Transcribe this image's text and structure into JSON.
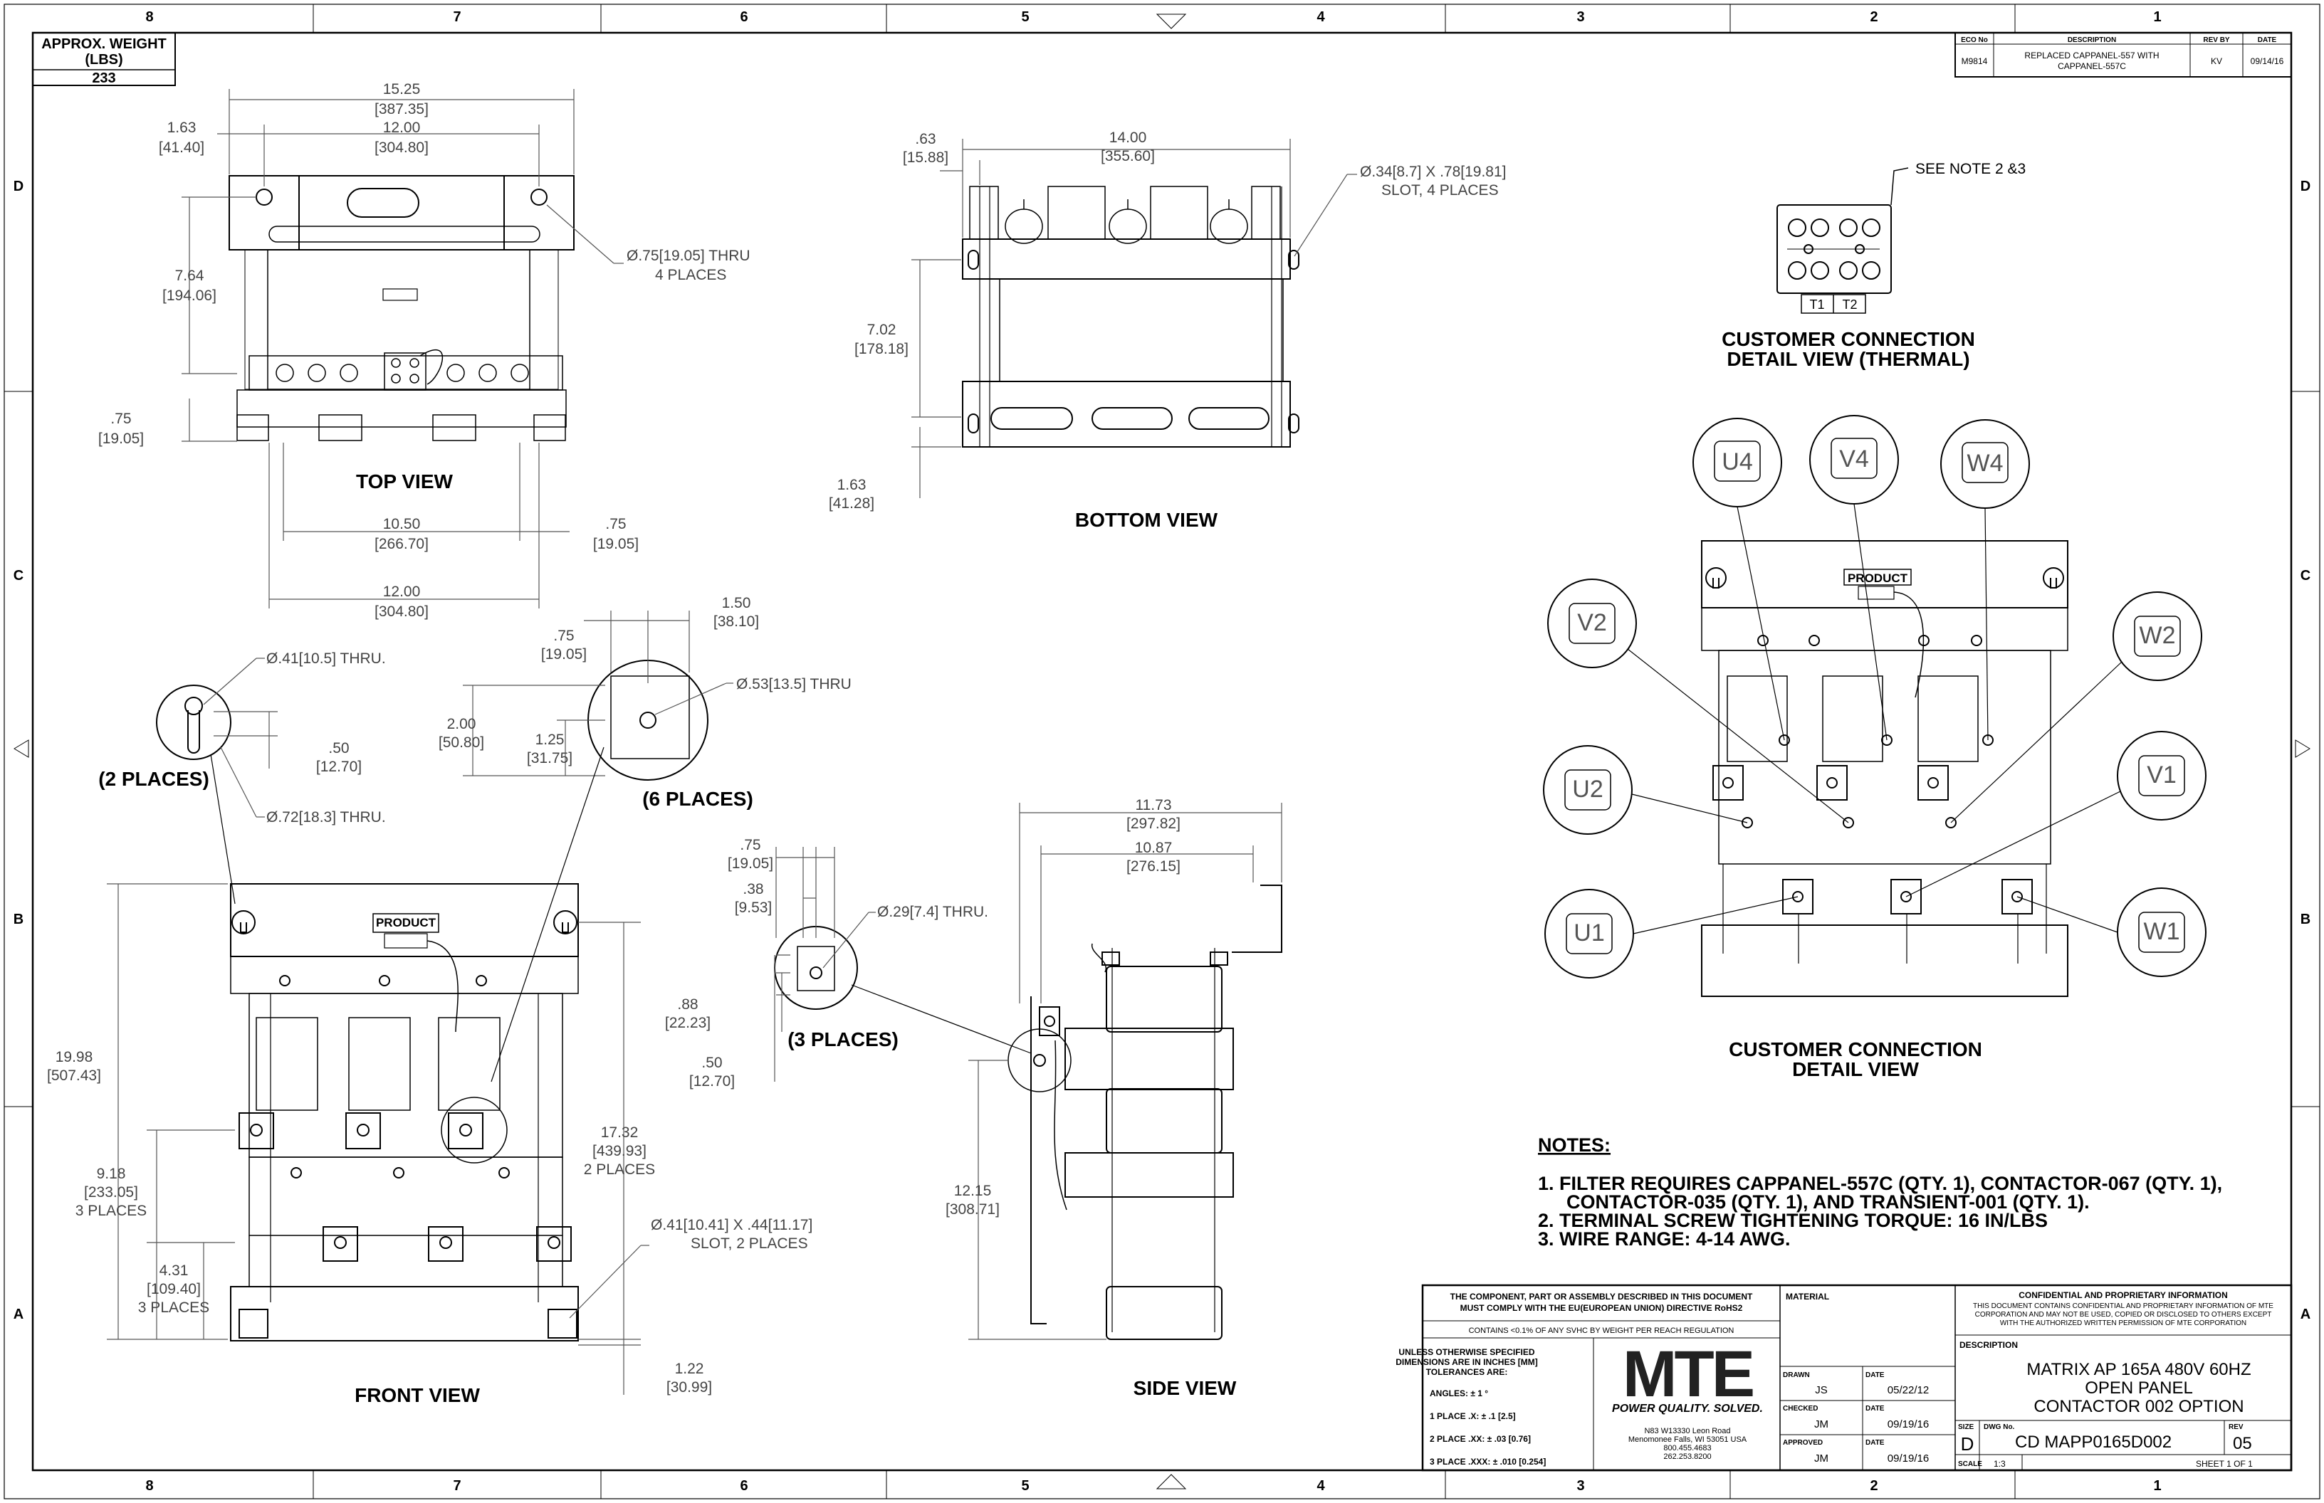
{
  "border": {
    "zones_top": [
      "8",
      "7",
      "6",
      "5",
      "4",
      "3",
      "2",
      "1"
    ],
    "zones_side": [
      "D",
      "C",
      "B",
      "A"
    ]
  },
  "weight": {
    "header": "APPROX. WEIGHT",
    "unit": "(LBS)",
    "value": "233"
  },
  "revision": {
    "headers": [
      "ECO No",
      "DESCRIPTION",
      "REV BY",
      "DATE"
    ],
    "row": {
      "eco": "M9814",
      "desc1": "REPLACED CAPPANEL-557 WITH",
      "desc2": "CAPPANEL-557C",
      "by": "KV",
      "date": "09/14/16"
    }
  },
  "views": {
    "top": "TOP VIEW",
    "bottom": "BOTTOM VIEW",
    "front": "FRONT VIEW",
    "side": "SIDE VIEW",
    "thermal1": "CUSTOMER CONNECTION",
    "thermal2": "DETAIL VIEW (THERMAL)",
    "detail1": "CUSTOMER CONNECTION",
    "detail2": "DETAIL VIEW"
  },
  "callouts": {
    "two_places": "(2 PLACES)",
    "six_places": "(6 PLACES)",
    "three_places": "(3 PLACES)",
    "see_note": "SEE NOTE 2 &3",
    "t1": "T1",
    "t2": "T2",
    "product": "PRODUCT"
  },
  "terminals": {
    "u4": "U4",
    "v4": "V4",
    "w4": "W4",
    "v2": "V2",
    "w2": "W2",
    "u2": "U2",
    "v1": "V1",
    "u1": "U1",
    "w1": "W1"
  },
  "dims": {
    "top_overall": "15.25",
    "top_overall_mm": "[387.35]",
    "top_holes": "12.00",
    "top_holes_mm": "[304.80]",
    "top_left": "1.63",
    "top_left_mm": "[41.40]",
    "top_depth": "7.64",
    "top_depth_mm": "[194.06]",
    "top_hole_dia": "Ø.75[19.05] THRU",
    "top_hole_qty": "4 PLACES",
    "top_edge": ".75",
    "top_edge_mm": "[19.05]",
    "top_inner": "10.50",
    "top_inner_mm": "[266.70]",
    "top_right": ".75",
    "top_right_mm": "[19.05]",
    "top_base": "12.00",
    "top_base_mm": "[304.80]",
    "bot_edge": ".63",
    "bot_edge_mm": "[15.88]",
    "bot_width": "14.00",
    "bot_width_mm": "[355.60]",
    "bot_slot": "Ø.34[8.7] X .78[19.81]",
    "bot_slot_qty": "SLOT, 4 PLACES",
    "bot_depth": "7.02",
    "bot_depth_mm": "[178.18]",
    "bot_low": "1.63",
    "bot_low_mm": "[41.28]",
    "d1_hole": "Ø.41[10.5] THRU.",
    "d1_pitch": ".50",
    "d1_pitch_mm": "[12.70]",
    "d1_big": "Ø.72[18.3] THRU.",
    "d2_a": ".75",
    "d2_a_mm": "[19.05]",
    "d2_b": "1.50",
    "d2_b_mm": "[38.10]",
    "d2_hole": "Ø.53[13.5] THRU",
    "d2_c": "2.00",
    "d2_c_mm": "[50.80]",
    "d2_d": "1.25",
    "d2_d_mm": "[31.75]",
    "d3_a": ".75",
    "d3_a_mm": "[19.05]",
    "d3_b": ".38",
    "d3_b_mm": "[9.53]",
    "d3_hole": "Ø.29[7.4] THRU.",
    "d3_c": ".88",
    "d3_c_mm": "[22.23]",
    "d3_d": ".50",
    "d3_d_mm": "[12.70]",
    "fr_height": "19.98",
    "fr_height_mm": "[507.43]",
    "fr_mid": "9.18",
    "fr_mid_mm": "[233.05]",
    "fr_mid_qty": "3 PLACES",
    "fr_low": "4.31",
    "fr_low_mm": "[109.40]",
    "fr_low_qty": "3 PLACES",
    "fr_right": "17.32",
    "fr_right_mm": "[439.93]",
    "fr_right_qty": "2 PLACES",
    "fr_slot": "Ø.41[10.41] X .44[11.17]",
    "fr_slot_qty": "SLOT, 2 PLACES",
    "fr_base": "1.22",
    "fr_base_mm": "[30.99]",
    "sd_overall": "11.73",
    "sd_overall_mm": "[297.82]",
    "sd_inner": "10.87",
    "sd_inner_mm": "[276.15]",
    "sd_height": "12.15",
    "sd_height_mm": "[308.71]"
  },
  "notes": {
    "title": "NOTES:",
    "n1a": "1.  FILTER REQUIRES CAPPANEL-557C (QTY. 1), CONTACTOR-067 (QTY. 1),",
    "n1b": "CONTACTOR-035 (QTY. 1), AND TRANSIENT-001 (QTY. 1).",
    "n2": "2.  TERMINAL SCREW TIGHTENING TORQUE: 16 IN/LBS",
    "n3": "3.  WIRE RANGE: 4-14 AWG."
  },
  "titleblock": {
    "rohs1": "THE COMPONENT, PART OR ASSEMBLY DESCRIBED IN THIS DOCUMENT",
    "rohs2": "MUST COMPLY WITH THE EU(EUROPEAN UNION) DIRECTIVE RoHS2",
    "svhc": "CONTAINS <0.1% OF ANY SVHC BY WEIGHT PER REACH REGULATION",
    "tol1": "UNLESS OTHERWISE SPECIFIED",
    "tol2": "DIMENSIONS ARE IN INCHES [MM]",
    "tol3": "TOLERANCES ARE:",
    "ang": "ANGLES: ± 1 °",
    "p1": "1 PLACE .X: ± .1 [2.5]",
    "p2": "2 PLACE .XX: ± .03 [0.76]",
    "p3": "3 PLACE .XXX: ± .010 [0.254]",
    "logo": "MTE",
    "tagline": "POWER QUALITY. SOLVED.",
    "addr1": "N83 W13330 Leon Road",
    "addr2": "Menomonee Falls, WI 53051 USA",
    "addr3": "800.455.4683",
    "addr4": "262.253.8200",
    "material": "MATERIAL",
    "conf1": "CONFIDENTIAL AND PROPRIETARY INFORMATION",
    "conf2": "THIS DOCUMENT CONTAINS CONFIDENTIAL AND PROPRIETARY INFORMATION OF MTE",
    "conf3": "CORPORATION AND MAY NOT BE USED, COPIED OR DISCLOSED TO OTHERS EXCEPT",
    "conf4": "WITH THE AUTHORIZED WRITTEN PERMISSION OF MTE CORPORATION",
    "desc_label": "DESCRIPTION",
    "desc1": "MATRIX AP 165A 480V 60HZ",
    "desc2": "OPEN PANEL",
    "desc3": "CONTACTOR 002 OPTION",
    "drawn_label": "DRAWN",
    "drawn": "JS",
    "date_label": "DATE",
    "drawn_date": "05/22/12",
    "checked_label": "CHECKED",
    "checked": "JM",
    "checked_date": "09/19/16",
    "approved_label": "APPROVED",
    "approved": "JM",
    "approved_date": "09/19/16",
    "size_label": "SIZE",
    "size": "D",
    "dwg_label": "DWG No.",
    "dwg": "CD MAPP0165D002",
    "rev_label": "REV",
    "rev": "05",
    "scale_label": "SCALE",
    "scale": "1:3",
    "sheet": "SHEET 1  OF 1"
  }
}
